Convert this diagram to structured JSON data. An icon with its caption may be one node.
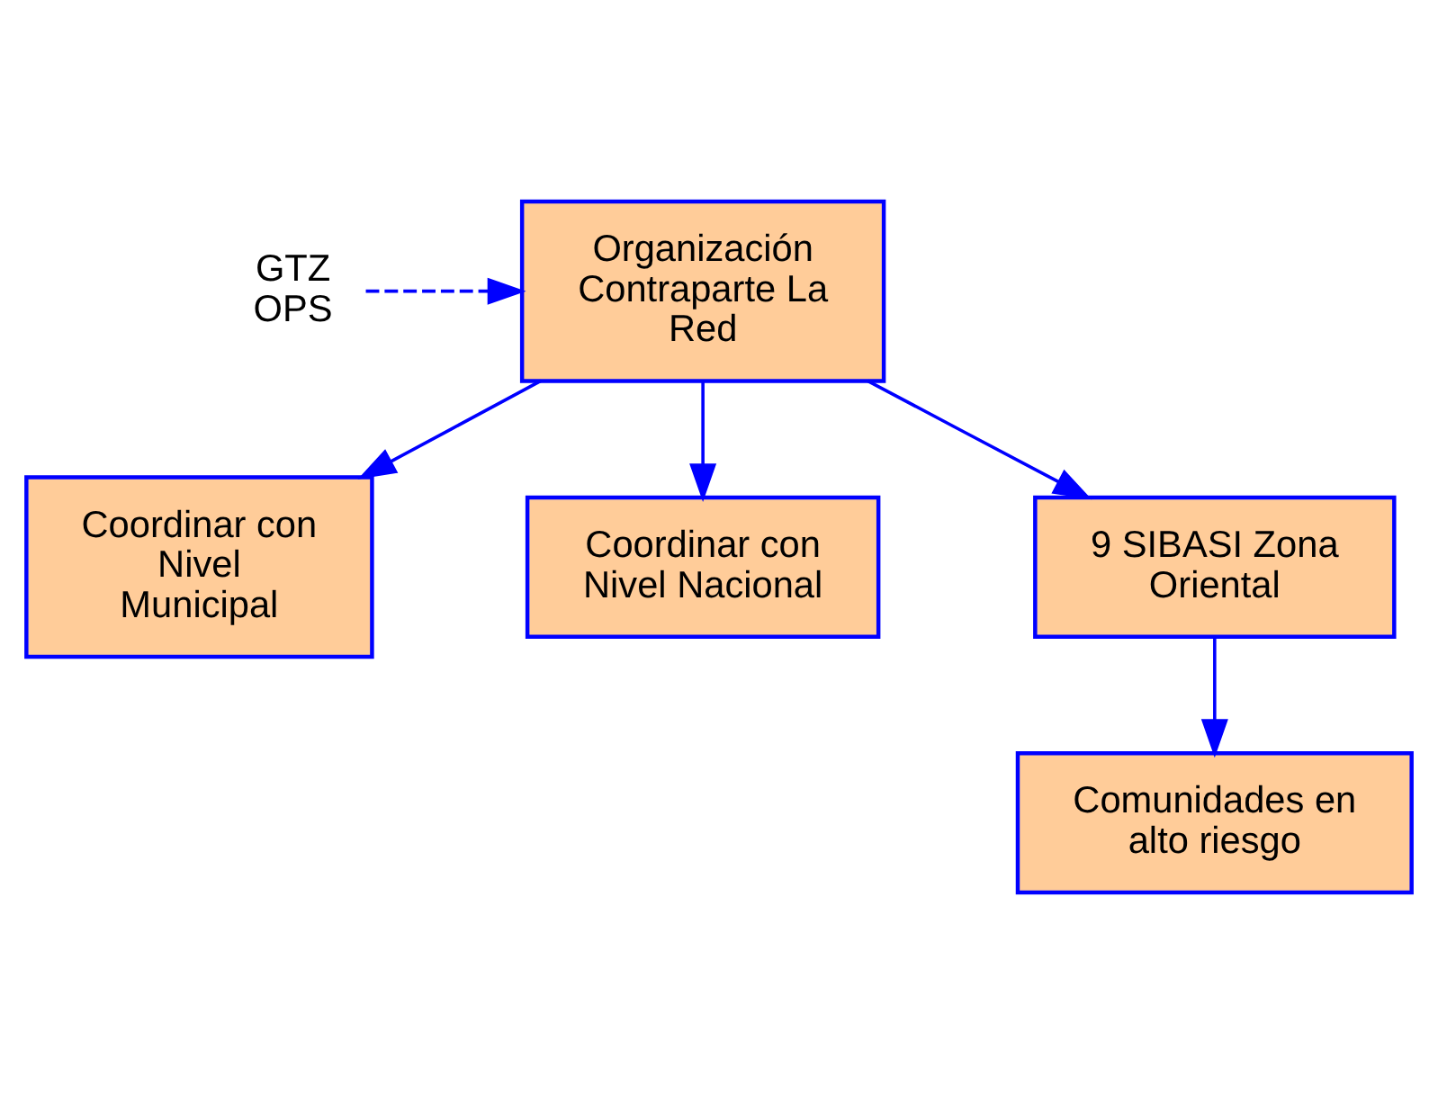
{
  "diagram": {
    "nodes": [
      {
        "text": [
          "GTZ OPS"
        ]
      },
      {
        "text": [
          "Organización Contraparte La Red"
        ]
      },
      {
        "text": [
          "Coordinar con Nivel Municipal"
        ]
      },
      {
        "text": [
          "Coordinar con Nivel Nacional"
        ]
      },
      {
        "text": [
          "9 SIBASI Zona Oriental"
        ]
      },
      {
        "text": [
          "Comunidades en alto riesgo"
        ]
      }
    ],
    "edges": [
      {
        "from": 0,
        "to": 1,
        "arrow": "to",
        "style": "dashed"
      },
      {
        "from": 1,
        "to": 2,
        "arrow": "to"
      },
      {
        "from": 1,
        "to": 3,
        "arrow": "to"
      },
      {
        "from": 1,
        "to": 4,
        "arrow": "to"
      },
      {
        "from": 4,
        "to": 5,
        "arrow": "to"
      }
    ]
  }
}
